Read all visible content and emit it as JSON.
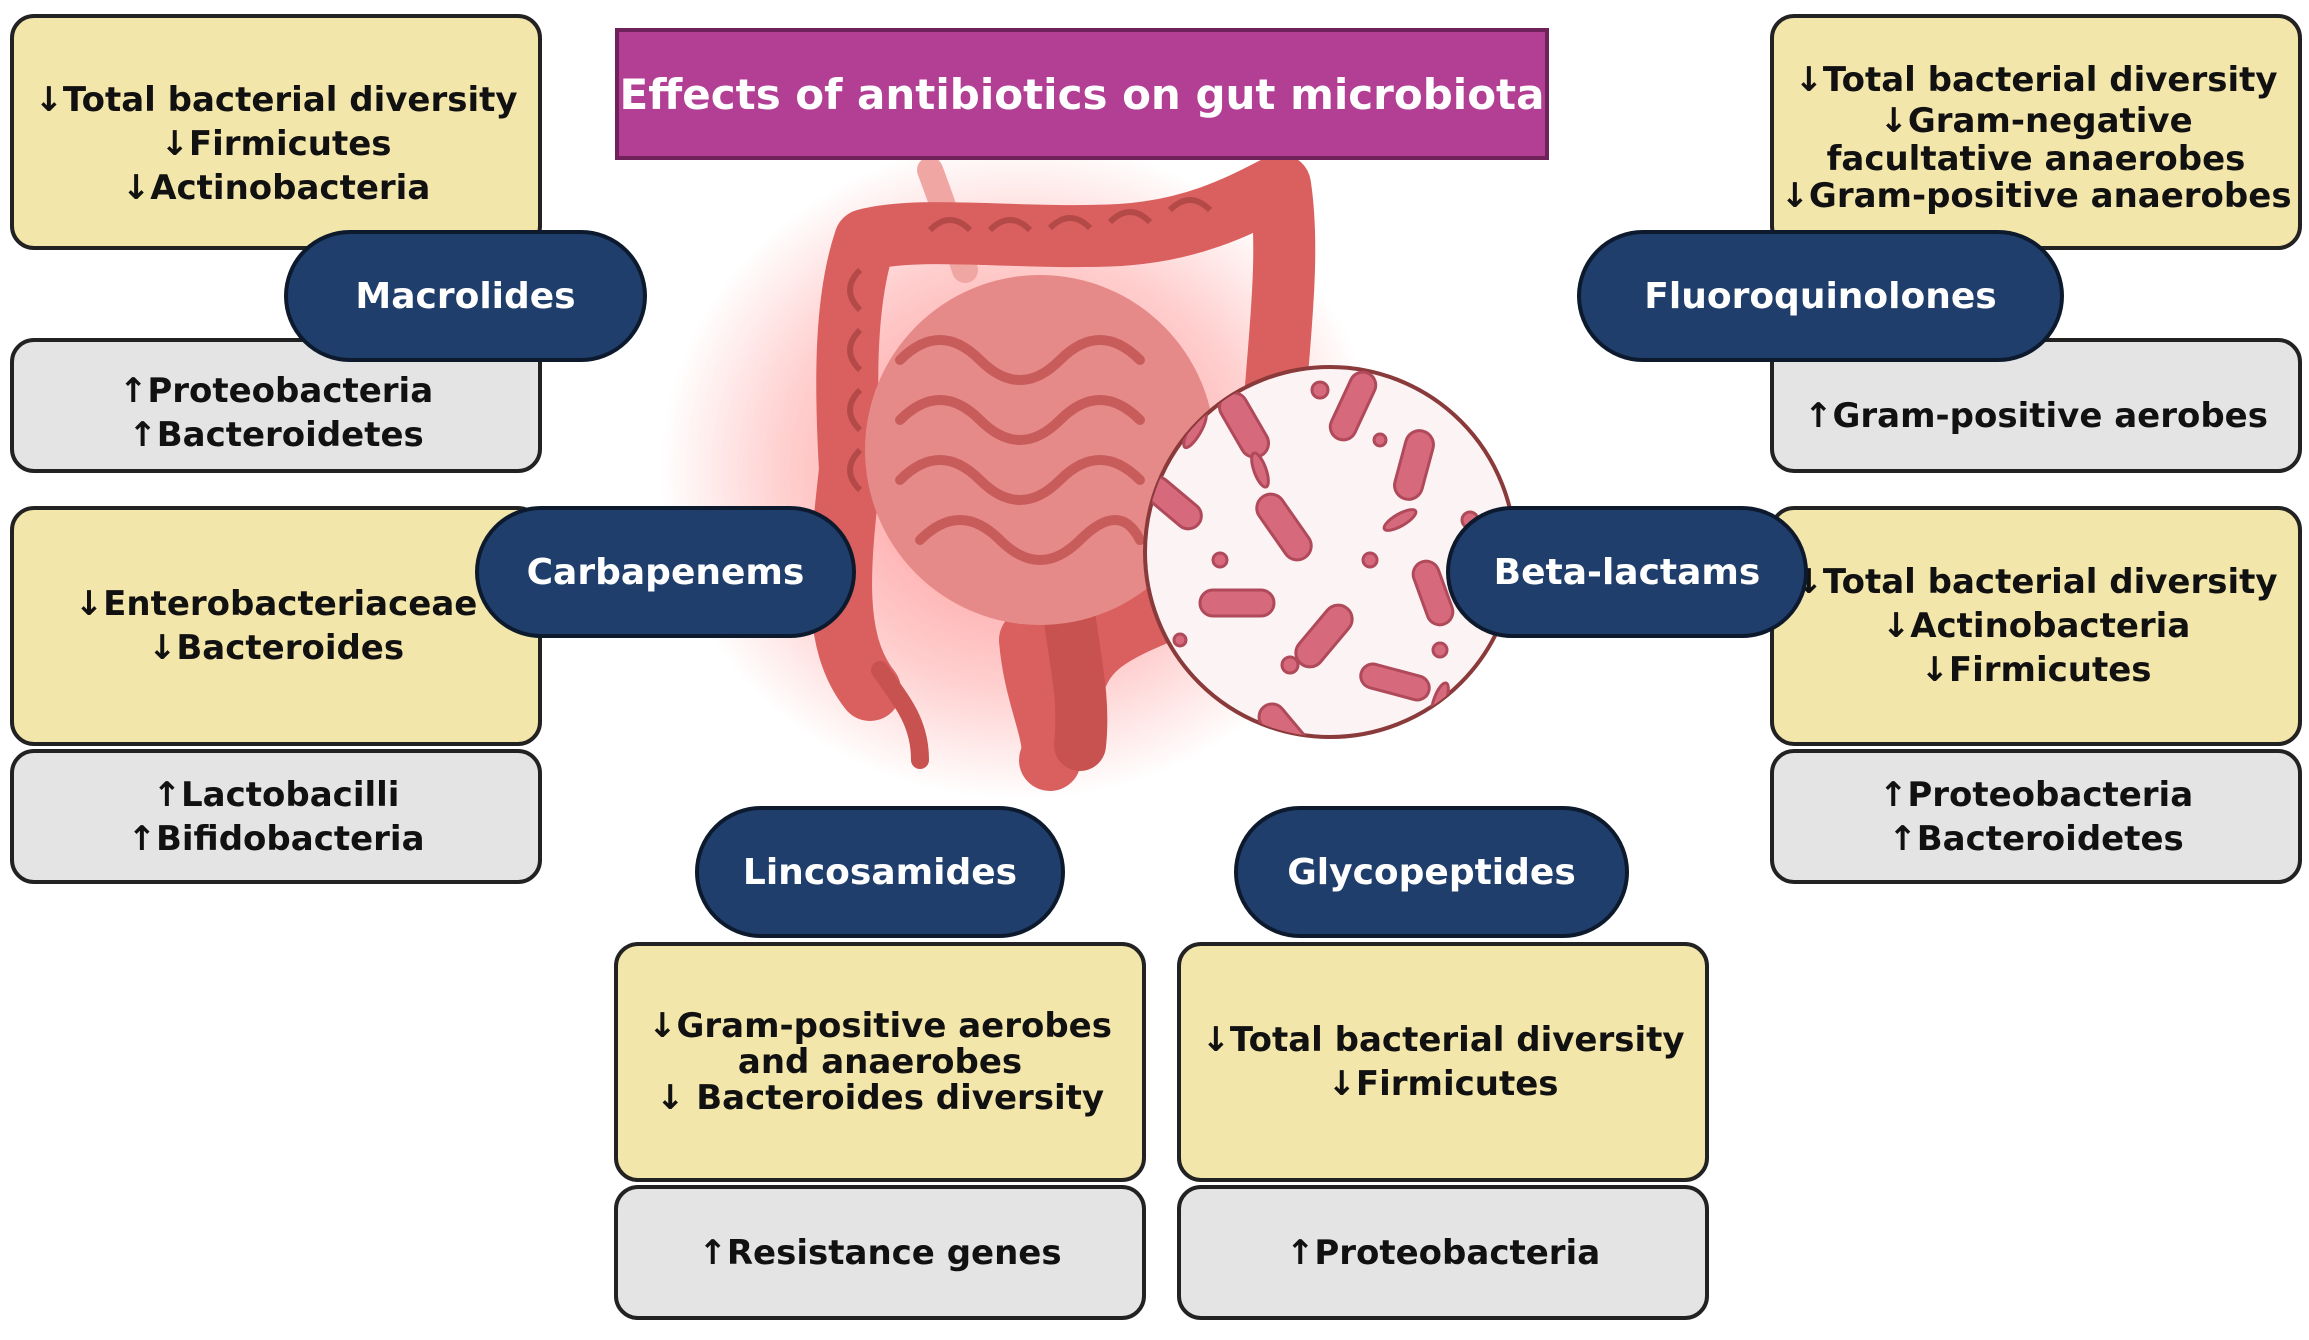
{
  "title": "Effects of antibiotics on gut microbiota",
  "colors": {
    "title_bg": "#b23f94",
    "pill_bg": "#1f3e6b",
    "decrease_box": "#f3e6ab",
    "increase_box": "#e4e4e4",
    "intestine": "#d9605e",
    "bacteria": "#d66a7c"
  },
  "antibiotics": [
    {
      "id": "macrolides",
      "name": "Macrolides",
      "decreases": [
        "↓Total bacterial diversity",
        "↓Firmicutes",
        "↓Actinobacteria"
      ],
      "increases": [
        "↑Proteobacteria",
        "↑Bacteroidetes"
      ]
    },
    {
      "id": "carbapenems",
      "name": "Carbapenems",
      "decreases": [
        "↓Enterobacteriaceae",
        "↓Bacteroides"
      ],
      "increases": [
        "↑Lactobacilli",
        "↑Bifidobacteria"
      ]
    },
    {
      "id": "fluoroquinolones",
      "name": "Fluoroquinolones",
      "decreases": [
        "↓Total bacterial diversity",
        "↓Gram-negative",
        "facultative anaerobes",
        "↓Gram-positive anaerobes"
      ],
      "increases": [
        "↑Gram-positive aerobes"
      ]
    },
    {
      "id": "beta-lactams",
      "name": "Beta-lactams",
      "decreases": [
        "↓Total bacterial diversity",
        "↓Actinobacteria",
        "↓Firmicutes"
      ],
      "increases": [
        "↑Proteobacteria",
        "↑Bacteroidetes"
      ]
    },
    {
      "id": "lincosamides",
      "name": "Lincosamides",
      "decreases": [
        "↓Gram-positive aerobes",
        "and anaerobes",
        "↓ Bacteroides diversity"
      ],
      "increases": [
        "↑Resistance genes"
      ]
    },
    {
      "id": "glycopeptides",
      "name": "Glycopeptides",
      "decreases": [
        "↓Total bacterial diversity",
        "↓Firmicutes"
      ],
      "increases": [
        "↑Proteobacteria"
      ]
    }
  ]
}
